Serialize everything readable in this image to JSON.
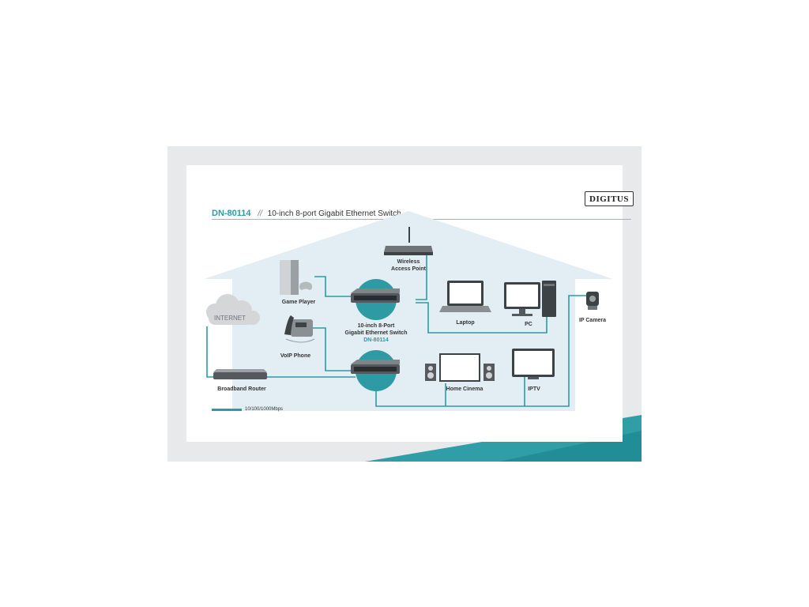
{
  "brand": {
    "logo_text": "DIGITUS"
  },
  "header": {
    "model": "DN-80114",
    "separator": "//",
    "title": "10-inch 8-port Gigabit Ethernet Switch"
  },
  "cloud": {
    "label": "INTERNET"
  },
  "devices": {
    "wireless_ap": {
      "line1": "Wireless",
      "line2": "Access Point"
    },
    "game_player": {
      "label": "Game Player"
    },
    "voip_phone": {
      "label": "VoIP Phone"
    },
    "broadband_router": {
      "label": "Broadband Router"
    },
    "switch": {
      "line1": "10-inch 8-Port",
      "line2": "Gigabit Ethernet Switch",
      "line3": "DN-80114"
    },
    "laptop": {
      "label": "Laptop"
    },
    "pc": {
      "label": "PC"
    },
    "ip_camera": {
      "label": "IP Camera"
    },
    "home_cinema": {
      "label": "Home Cinema"
    },
    "iptv": {
      "label": "IPTV"
    }
  },
  "legend": {
    "label": "10/100/1000Mbps"
  },
  "colors": {
    "teal": "#2e9aa3",
    "house": "#e2eef4",
    "device_gray": "#6f7479",
    "text": "#333333"
  }
}
